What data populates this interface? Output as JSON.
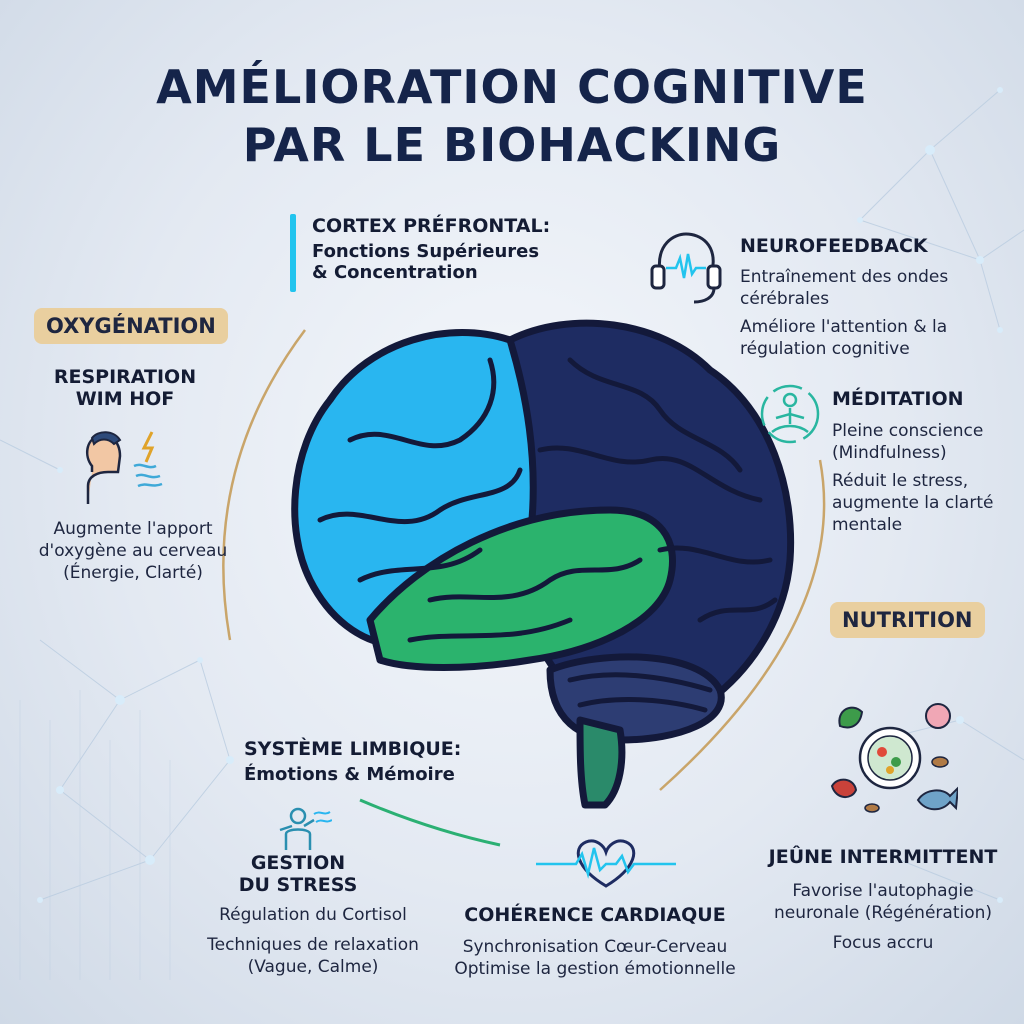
{
  "title": {
    "line1": "AMÉLIORATION COGNITIVE",
    "line2": "PAR LE BIOHACKING"
  },
  "colors": {
    "accent_cyan": "#22c4ee",
    "brain_blue": "#29b6f0",
    "brain_navy": "#1e2c62",
    "limbic_green": "#29b36a",
    "badge_tan": "#e9cf9f",
    "title_navy": "#15244a"
  },
  "cortex": {
    "heading": "CORTEX PRÉFRONTAL:",
    "line1": "Fonctions Supérieures",
    "line2": "& Concentration"
  },
  "limbic": {
    "heading": "SYSTÈME LIMBIQUE:",
    "line1": "Émotions & Mémoire"
  },
  "oxygenation": {
    "badge": "OXYGÉNATION",
    "title1": "RESPIRATION",
    "title2": "WIM HOF",
    "desc1": "Augmente l'apport",
    "desc2": "d'oxygène au cerveau",
    "desc3": "(Énergie, Clarté)",
    "icon": "breathing-person-icon"
  },
  "neurofeedback": {
    "title": "NEUROFEEDBACK",
    "desc1": "Entraînement des ondes",
    "desc2": "cérébrales",
    "desc3": "Améliore l'attention & la",
    "desc4": "régulation cognitive",
    "icon": "headset-brainwave-icon"
  },
  "meditation": {
    "title": "MÉDITATION",
    "desc1": "Pleine conscience",
    "desc2": "(Mindfulness)",
    "desc3": "Réduit le stress,",
    "desc4": "augmente la clarté",
    "desc5": "mentale",
    "icon": "meditation-icon"
  },
  "nutrition": {
    "badge": "NUTRITION",
    "title": "JEÛNE INTERMITTENT",
    "desc1": "Favorise l'autophagie",
    "desc2": "neuronale (Régénération)",
    "desc3": "Focus accru",
    "icon": "food-plate-icon"
  },
  "stress": {
    "title1": "GESTION",
    "title2": "DU STRESS",
    "desc1": "Régulation du Cortisol",
    "desc2": "Techniques de relaxation",
    "desc3": "(Vague, Calme)",
    "icon": "relaxation-person-icon"
  },
  "cardiac": {
    "title": "COHÉRENCE CARDIAQUE",
    "desc1": "Synchronisation Cœur-Cerveau",
    "desc2": "Optimise la gestion émotionnelle",
    "icon": "heart-pulse-icon"
  }
}
